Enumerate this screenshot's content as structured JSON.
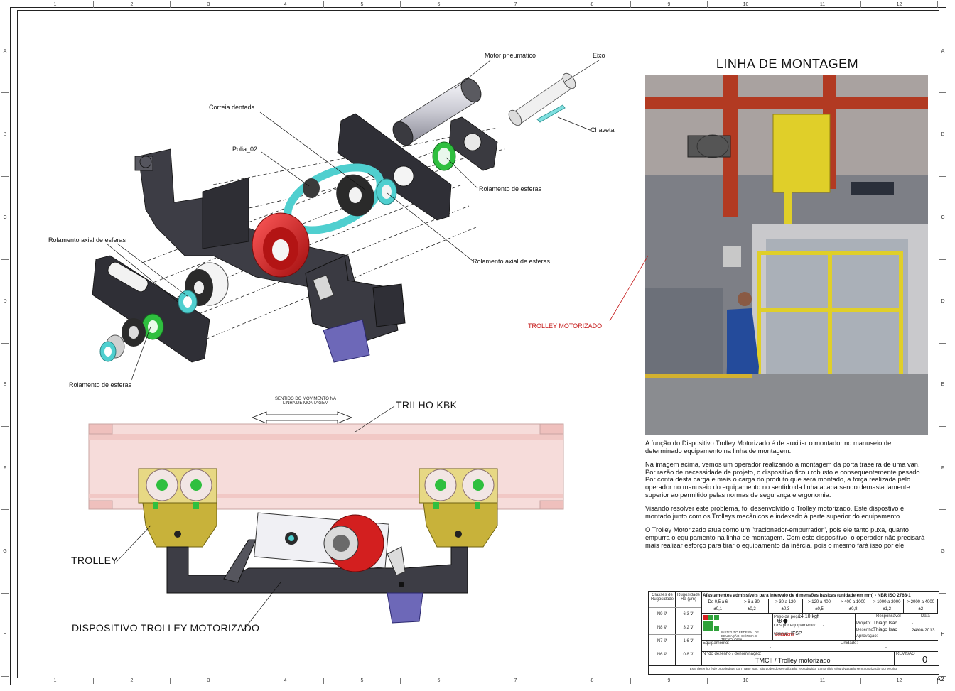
{
  "sheet": {
    "columns": [
      "1",
      "2",
      "3",
      "4",
      "5",
      "6",
      "7",
      "8",
      "9",
      "10",
      "11",
      "12"
    ],
    "rows": [
      "A",
      "B",
      "C",
      "D",
      "E",
      "F",
      "G",
      "H"
    ],
    "size": "A2"
  },
  "callouts": {
    "motor": "Motor pneumático",
    "eixo": "Eixo",
    "chaveta": "Chaveta",
    "correia": "Correia dentada",
    "polia": "Polia_02",
    "rolamento_esferas_1": "Rolamento de esferas",
    "rolamento_axial_1": "Rolamento axial de esferas",
    "rolamento_axial_2": "Rolamento axial de esferas",
    "rolamento_esferas_2": "Rolamento de esferas"
  },
  "lower_view": {
    "sentido": "SENTIDO DO MOVIMENTO NA LINHA DE MONTAGEM",
    "trilho": "TRILHO KBK",
    "trolley": "TROLLEY",
    "dispositivo": "DISPOSITIVO TROLLEY MOTORIZADO"
  },
  "photo": {
    "title": "LINHA DE MONTAGEM",
    "annotation": "TROLLEY MOTORIZADO"
  },
  "description": [
    "A função do Dispositivo Trolley Motorizado é de auxiliar o montador no manuseio de determinado equipamento na linha de montagem.",
    "Na imagem acima, vemos um operador realizando a montagem da porta traseira de uma van. Por razão de necessidade de projeto, o dispositivo ficou robusto e consequentemente pesado. Por conta desta carga e mais o carga do produto que será montado, a força realizada pelo operador no manuseio do equipamento no sentido da linha acaba sendo demasiadamente superior ao permitido pelas normas de segurança e ergonomia.",
    "Visando resolver este problema, foi desenvolvido o Trolley motorizado. Este dispostivo é montado junto com os Trolleys mecânicos e indexado à parte superior do equipamento.",
    "O Trolley Motorizado atua como um \"tracionador-empurrador\", pois ele tanto puxa, quanto empurra o equipamento na linha de montagem. Com este dispositivo, o operador não precisará mais realizar esforço para tirar o equipamento da inércia, pois o mesmo fará isso por ele."
  ],
  "title_block": {
    "classes_label": "Classes de Rugosidade",
    "rug_label": "Rugosidade Ra (µm)",
    "tolerance_title": "Afastamentos admissíveis para intervalo de dimensões básicas (unidade em mm) - NBR ISO 2768-1",
    "ranges": [
      "De 0,5 a 6",
      "> 6 a 30",
      "> 30 a 120",
      "> 120 a 400",
      "> 400 a 1000",
      "> 1000 a 2000",
      "> 2000 a 4000"
    ],
    "tolerances": [
      "±0,1",
      "±0,2",
      "±0,3",
      "±0,5",
      "±0,8",
      "±1,2",
      "±2"
    ],
    "rug_classes": [
      "N9",
      "N8",
      "N7",
      "N6"
    ],
    "rug_values": [
      "6,3",
      "3,2",
      "1,6",
      "0,8"
    ],
    "peso_label": "Peso da peça:",
    "peso": "14,10 kgf",
    "obs_label": "Obs por equipamento:",
    "obs": "-",
    "cliente_label": "Cliente:",
    "cliente": "IFSP",
    "responsavel_label": "Responsável",
    "data_label": "Data",
    "projeto_label": "Projeto:",
    "projeto": "Thiago Isac",
    "projeto_data": "-",
    "desenho_label": "Desenho:",
    "desenho": "Thiago Isac",
    "desenho_data": "24/08/2013",
    "aprovacao_label": "Aprovação:",
    "institute": "INSTITUTO FEDERAL DE EDUCAÇÃO, CIÊNCIA E TECNOLOGIA",
    "software": "SolidWorks",
    "equipamento_label": "Equipamento:",
    "equipamento": "-",
    "unidade_label": "Unidade:",
    "unidade": "-",
    "numero_label": "Nº do desenho / denominação:",
    "drawing_title": "TMCII / Trolley motorizado",
    "revisao_label": "REVISÃO",
    "revisao": "0",
    "footer": "Este desenho é de propriedade do Thiago Isac, não podendo ser utilizado, reproduzido, transmitido e/ou divulgado sem autorização por escrito."
  },
  "colors": {
    "red_part": "#d31f1f",
    "green_part": "#2fbf3f",
    "cyan_part": "#4fcfcf",
    "dark_part": "#3d3d45",
    "trolley_yellow": "#c8b23a",
    "rail": "#f3d2d0",
    "motor_blue": "#6d68b8"
  }
}
